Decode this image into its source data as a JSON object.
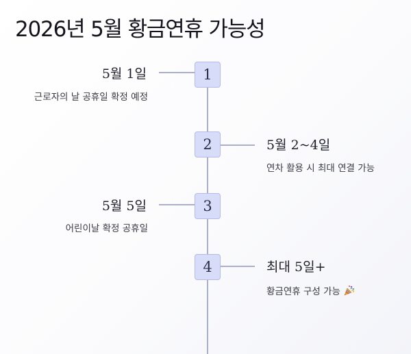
{
  "page": {
    "title": "2026년 5월 황금연휴 가능성"
  },
  "timeline": {
    "items": [
      {
        "step": "1",
        "title": "5월 1일",
        "description": "근로자의 날 공휴일 확정 예정",
        "side": "left"
      },
      {
        "step": "2",
        "title": "5월 2~4일",
        "description": "연차 활용 시 최대 연결 가능",
        "side": "right"
      },
      {
        "step": "3",
        "title": "5월 5일",
        "description": "어린이날 확정 공휴일",
        "side": "left"
      },
      {
        "step": "4",
        "title": "최대 5일+",
        "description": "황금연휴 구성 가능",
        "side": "right",
        "icon": "party-popper-icon"
      }
    ]
  },
  "colors": {
    "badge_fill": "#d7dcf8",
    "badge_border": "#b3bbe6",
    "line": "#a9afc9",
    "text": "#1f1f2a"
  }
}
